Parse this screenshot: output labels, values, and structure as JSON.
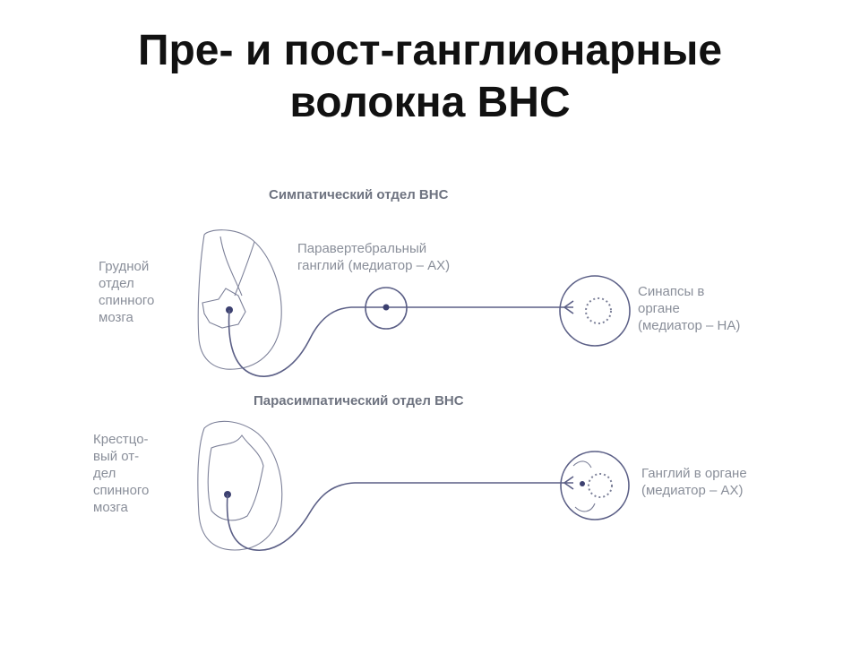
{
  "title": {
    "line1": "Пре- и пост-ганглионарные",
    "line2": "волокна ВНС"
  },
  "sympathetic": {
    "header": "Симпатический отдел ВНС",
    "cord_label": [
      "Грудной",
      "отдел",
      "спинного",
      "мозга"
    ],
    "ganglion_label": [
      "Паравертебральный",
      "ганглий (медиатор – АХ)"
    ],
    "organ_label": [
      "Синапсы в",
      "органе",
      "(медиатор – НА)"
    ]
  },
  "parasympathetic": {
    "header": "Парасимпатический отдел ВНС",
    "cord_label": [
      "Крестцо-",
      "вый от-",
      "дел",
      "спинного",
      "мозга"
    ],
    "organ_label": [
      "Ганглий в органе",
      "(медиатор – АХ)"
    ]
  }
}
